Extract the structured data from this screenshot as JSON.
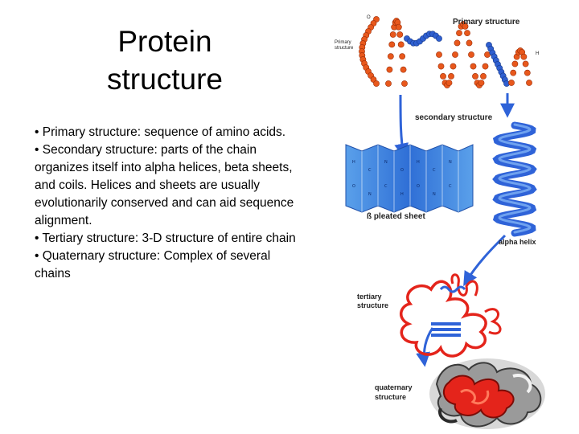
{
  "slide": {
    "title_line1": "Protein",
    "title_line2": "structure",
    "bullets": [
      "Primary structure: sequence of amino acids.",
      "Secondary structure: parts of the chain organizes itself into alpha helices, beta sheets, and coils. Helices and sheets are usually evolutionarily conserved and can aid sequence alignment.",
      "Tertiary structure: 3-D structure of entire chain",
      "Quaternary structure: Complex of several chains"
    ]
  },
  "figure": {
    "labels": {
      "primary_structure": "Primary structure",
      "primary_structure_small_1": "Primary",
      "primary_structure_small_2": "structure",
      "secondary_structure": "secondary structure",
      "beta_pleated_sheet": "ß pleated sheet",
      "alpha_helix": "alpha helix",
      "tertiary_1": "tertiary",
      "tertiary_2": "structure",
      "quaternary_1": "quaternary",
      "quaternary_2": "structure"
    },
    "colors": {
      "amino_acid_orange": "#e8581c",
      "amino_acid_blue": "#2f5fd0",
      "arrow_blue": "#2f63d8",
      "sheet_blue": "#4a8ce0",
      "tertiary_red": "#e4241b"
    }
  }
}
